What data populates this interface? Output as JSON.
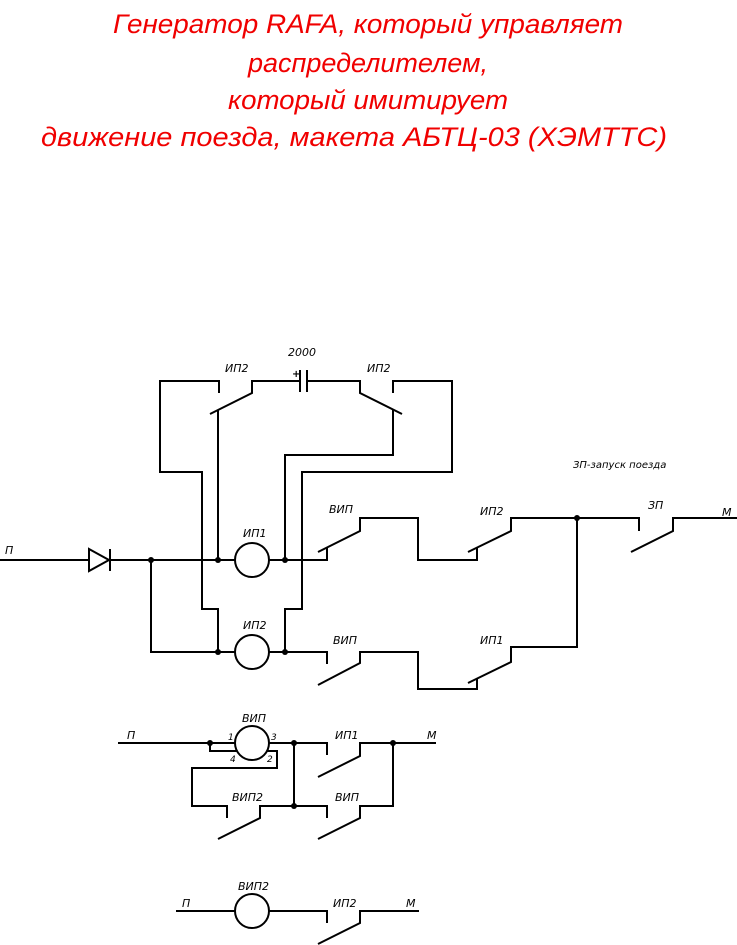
{
  "title": {
    "color": "#f00000",
    "lines": [
      "Генератор RAFA, который управляет",
      "распределителем,",
      "который имитирует",
      "движение поезда, макета АБТЦ-03 (ХЭМТТС)"
    ]
  },
  "main_circuit": {
    "input_label": "П",
    "output_label": "М",
    "capacitor_label": "2000",
    "capacitor_polarity": "+",
    "contact_ip2_left": "ИП2",
    "contact_ip2_right": "ИП2",
    "coil_ip1": "ИП1",
    "coil_ip2": "ИП2",
    "contact_vip_upper": "ВИП",
    "contact_vip_lower": "ВИП",
    "contact_ip2_series": "ИП2",
    "contact_ip1_series": "ИП1",
    "contact_zp": "ЗП",
    "note": "ЗП-запуск поезда"
  },
  "vip_circuit": {
    "input_label": "П",
    "output_label": "М",
    "coil": "ВИП",
    "pin1": "1",
    "pin2": "2",
    "pin3": "3",
    "pin4": "4",
    "contact_ip1": "ИП1",
    "contact_vip2": "ВИП2",
    "contact_vip": "ВИП"
  },
  "vip2_circuit": {
    "input_label": "П",
    "output_label": "М",
    "coil": "ВИП2",
    "contact_ip2": "ИП2"
  }
}
